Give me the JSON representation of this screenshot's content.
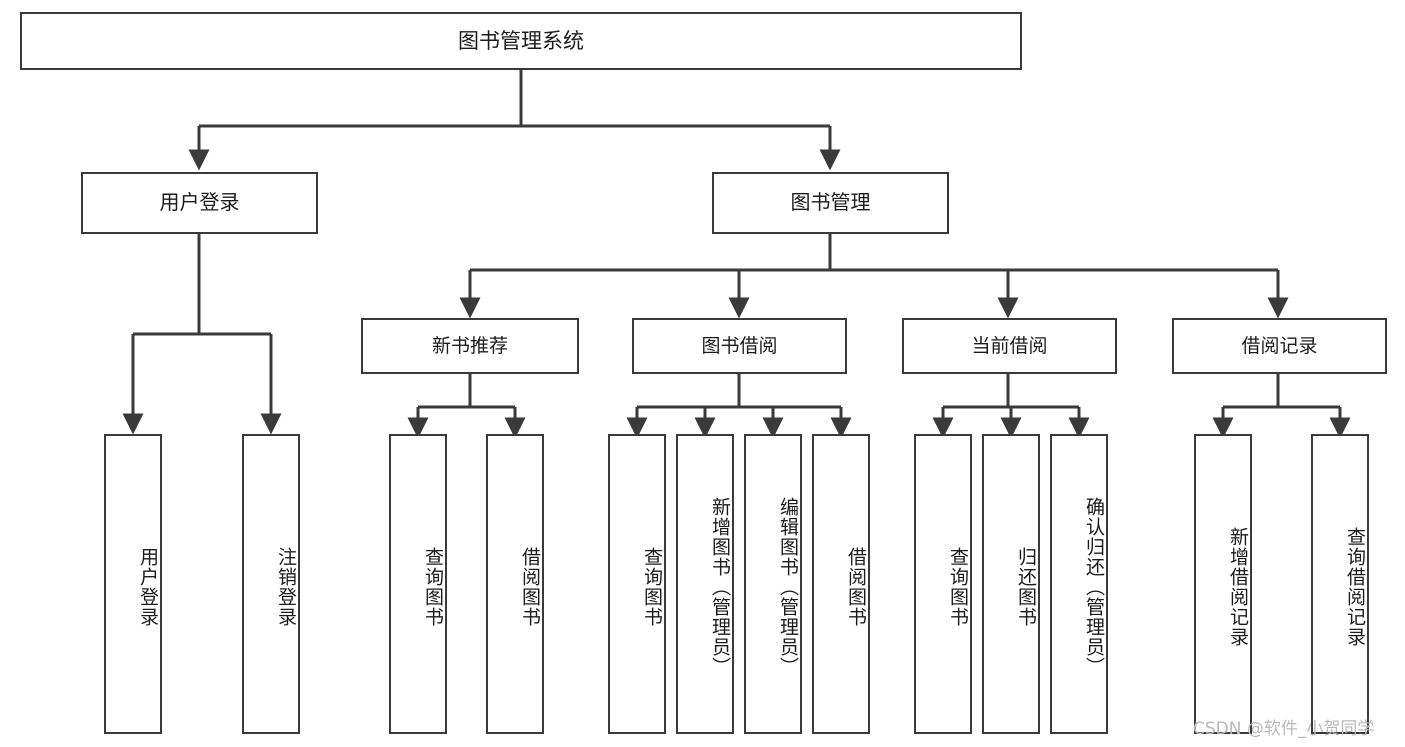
{
  "diagram": {
    "title": "图书管理系统",
    "type": "tree",
    "stroke_color": "#3a3a3a",
    "background_color": "#ffffff",
    "text_color": "#1b1b1b",
    "watermark": "CSDN @软件_小贺同学"
  },
  "nodes": {
    "root": {
      "label": "图书管理系统"
    },
    "level1": [
      {
        "id": "user-login",
        "label": "用户登录"
      },
      {
        "id": "book-manage",
        "label": "图书管理"
      }
    ],
    "level2": [
      {
        "id": "new-book-recommend",
        "label": "新书推荐"
      },
      {
        "id": "book-borrow",
        "label": "图书借阅"
      },
      {
        "id": "current-borrow",
        "label": "当前借阅"
      },
      {
        "id": "borrow-record",
        "label": "借阅记录"
      }
    ],
    "leaves": {
      "user_login": [
        {
          "id": "leaf-user-login",
          "label": "用户登录"
        },
        {
          "id": "leaf-logout",
          "label": "注销登录"
        }
      ],
      "new_book_recommend": [
        {
          "id": "leaf-query-book-1",
          "label": "查询图书"
        },
        {
          "id": "leaf-borrow-book-1",
          "label": "借阅图书"
        }
      ],
      "book_borrow": [
        {
          "id": "leaf-query-book-2",
          "label": "查询图书"
        },
        {
          "id": "leaf-add-book",
          "label": "新增图书（管理员）"
        },
        {
          "id": "leaf-edit-book",
          "label": "编辑图书（管理员）"
        },
        {
          "id": "leaf-borrow-book-2",
          "label": "借阅图书"
        }
      ],
      "current_borrow": [
        {
          "id": "leaf-query-book-3",
          "label": "查询图书"
        },
        {
          "id": "leaf-return-book",
          "label": "归还图书"
        },
        {
          "id": "leaf-confirm-return",
          "label": "确认归还（管理员）"
        }
      ],
      "borrow_record": [
        {
          "id": "leaf-add-record",
          "label": "新增借阅记录"
        },
        {
          "id": "leaf-query-record",
          "label": "查询借阅记录"
        }
      ]
    }
  }
}
